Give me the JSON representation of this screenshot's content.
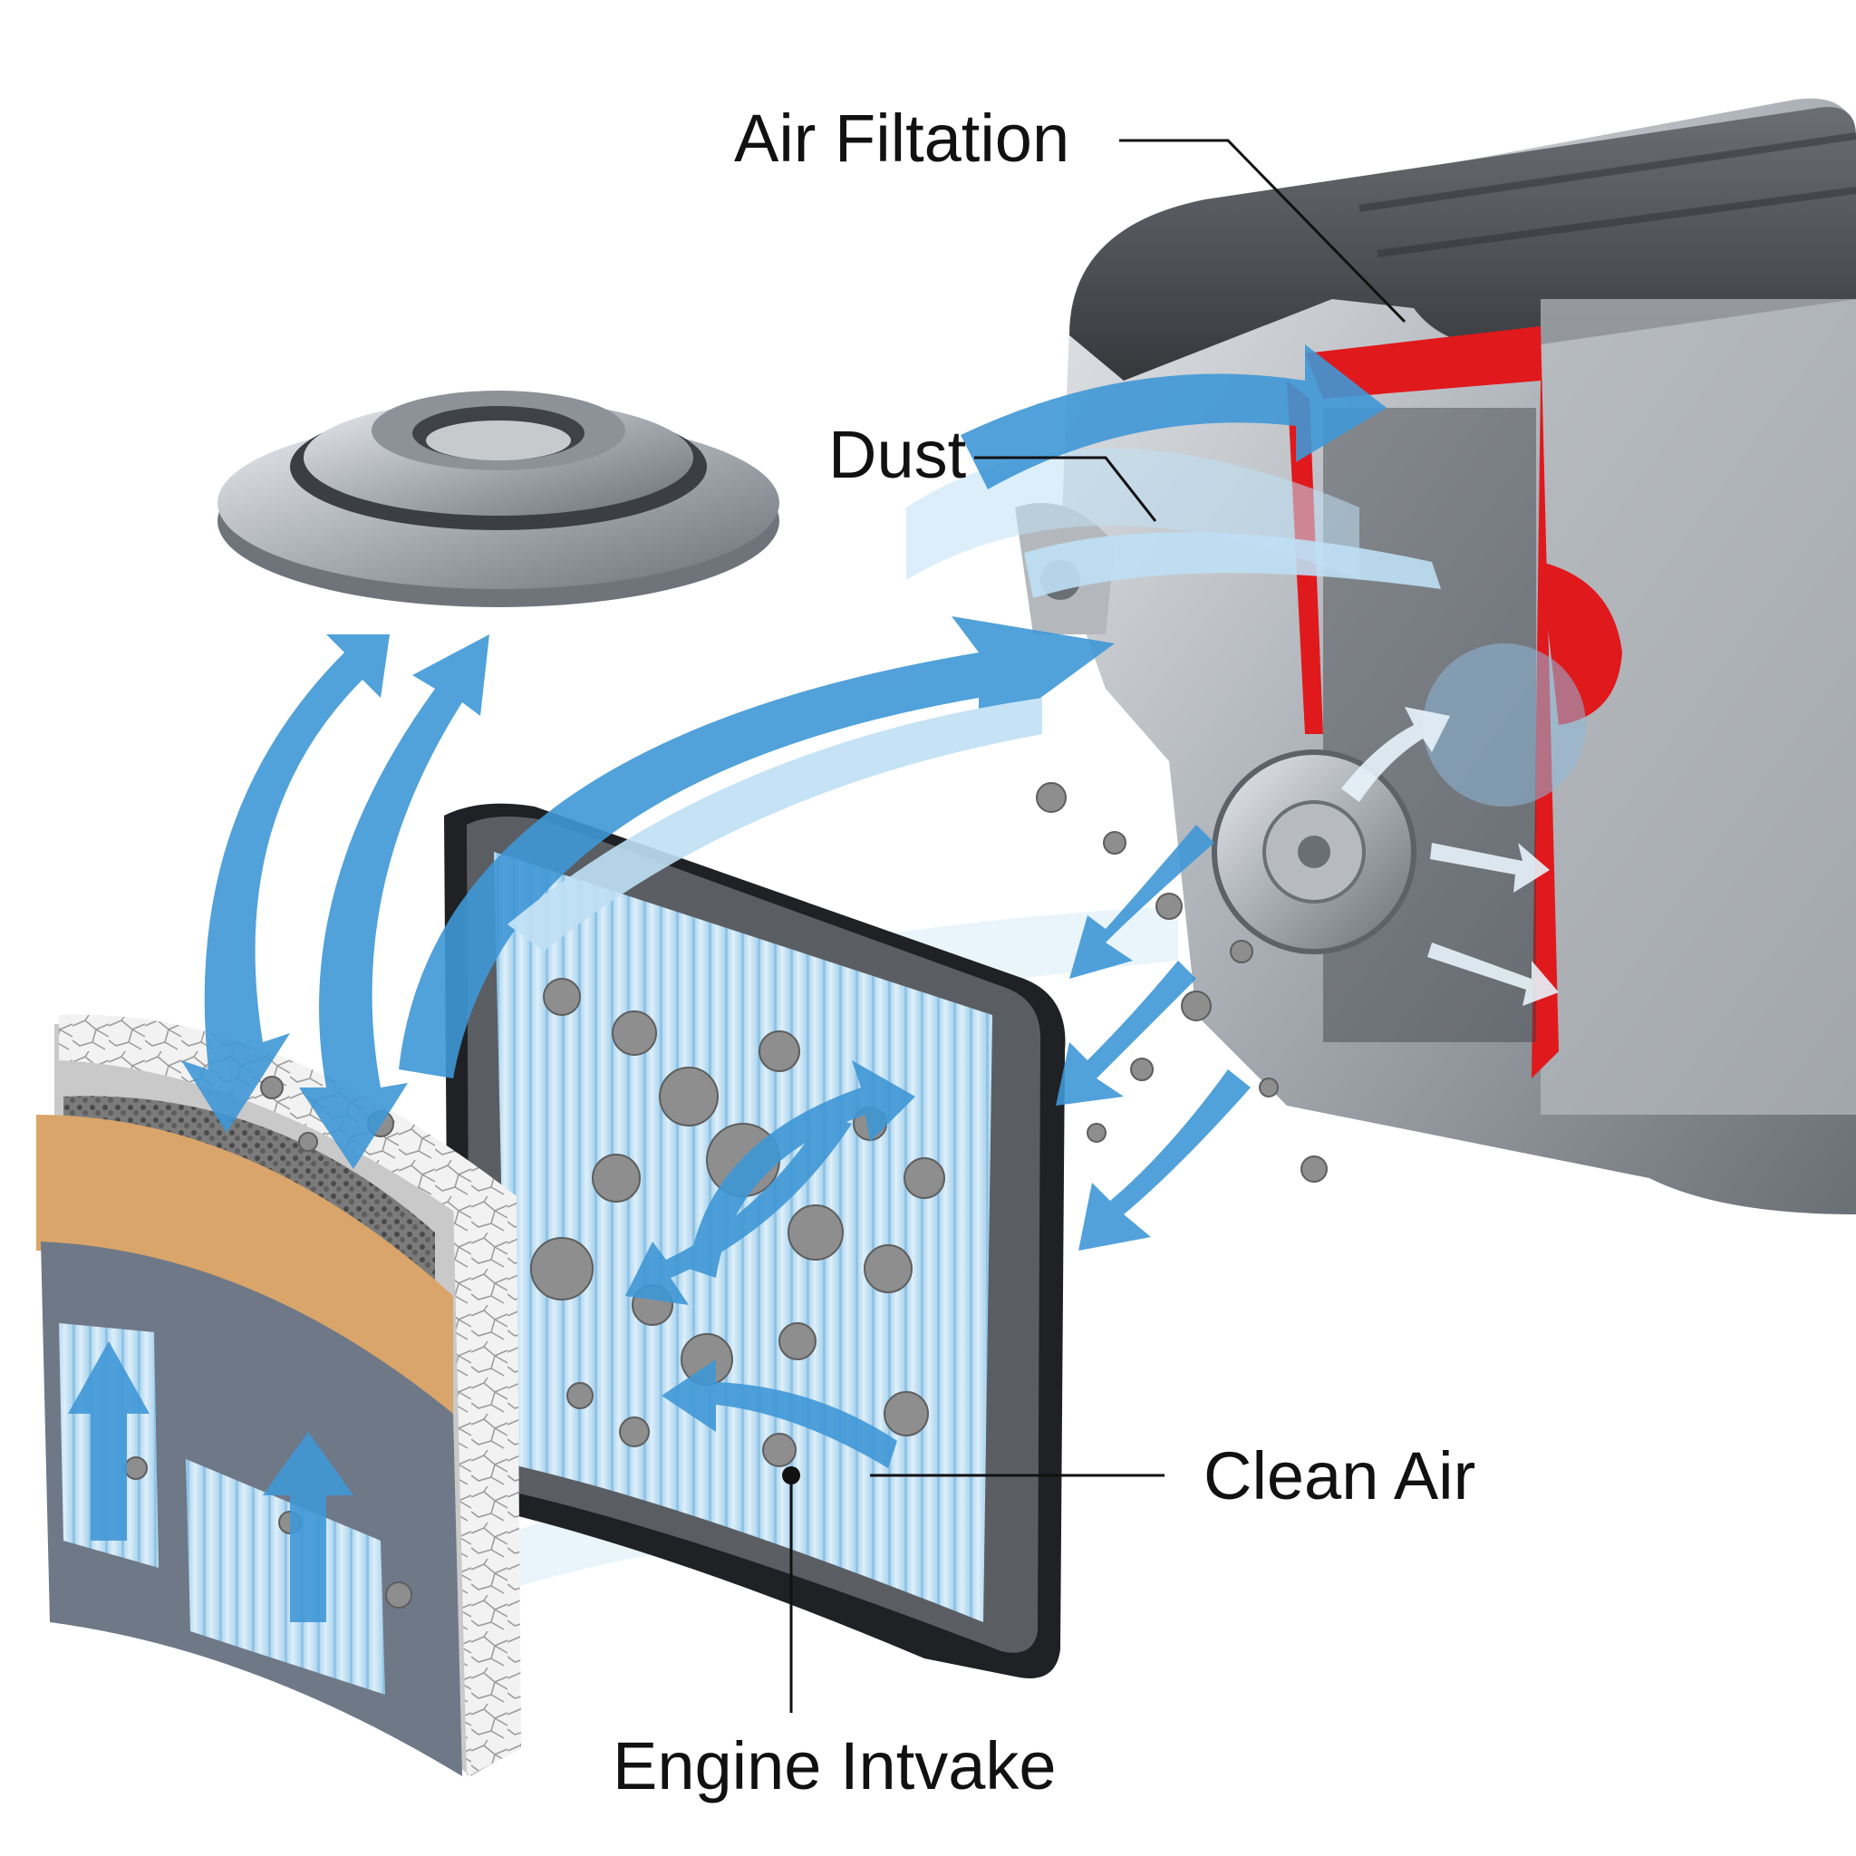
{
  "labels": {
    "air_filtation": "Air Filtation",
    "dust": "Dust",
    "clean_air": "Clean Air",
    "engine_intvake": "Engine Intvake"
  },
  "colors": {
    "airflow": "#3f97d6",
    "airflow_light": "#bfe0f5",
    "engine_metal": "#9aa0a6",
    "engine_cover": "#4a4d52",
    "cutaway_red": "#e0191d",
    "filter_frame": "#2e3034",
    "filter_pleat": "#a9d3ee",
    "foam_layer": "#d9a56a",
    "base_layer": "#6f7887",
    "dust": "#8e8e8e"
  },
  "icons": [
    "airflow-arrow-icon",
    "dust-particle-icon"
  ]
}
